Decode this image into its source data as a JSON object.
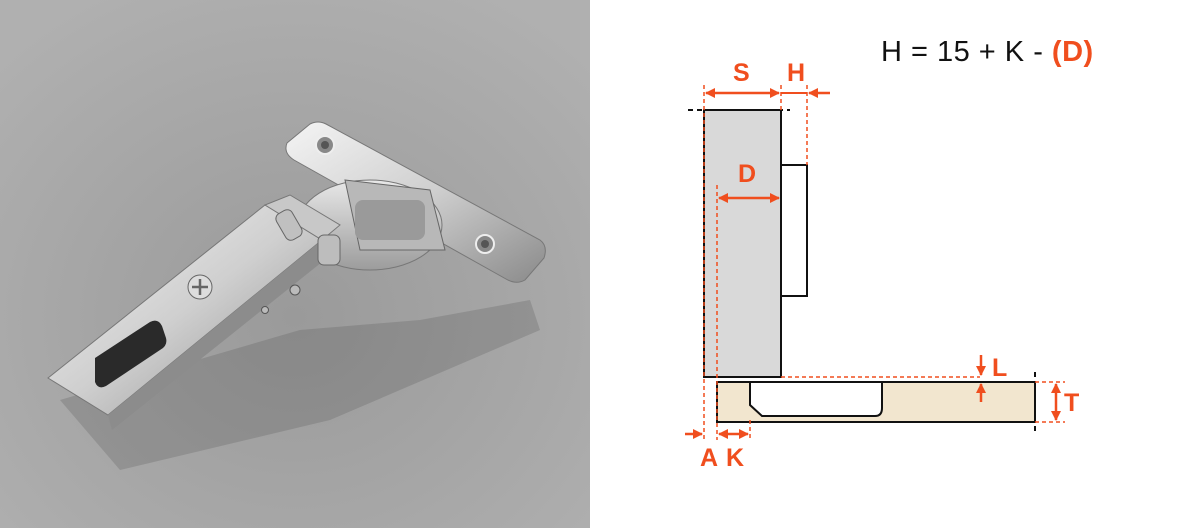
{
  "photo": {
    "subject": "concealed cabinet hinge",
    "background_color": "#a4a4a4"
  },
  "diagram": {
    "formula": {
      "prefix": "H = 15 + K - ",
      "highlight": "(D)"
    },
    "labels": {
      "S": "S",
      "H": "H",
      "D": "D",
      "L": "L",
      "T": "T",
      "A": "A",
      "K": "K"
    },
    "colors": {
      "accent": "#f04e1e",
      "door": "#d9d9d9",
      "cabinet_side": "#f2e6cf",
      "line": "#111111"
    }
  }
}
